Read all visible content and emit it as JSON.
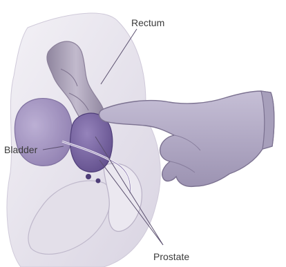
{
  "diagram": {
    "labels": {
      "rectum": "Rectum",
      "bladder": "Bladder",
      "prostate": "Prostate"
    },
    "colors": {
      "background": "#ffffff",
      "tissue": "#e9e6ee",
      "tissue_shadow": "#c9c3d4",
      "rectum": "#a99fb5",
      "bladder": "#8e7db0",
      "prostate": "#6e5a99",
      "glove": "#b3abc6",
      "leader_line": "#5a4f6e",
      "label_text": "#3a3a3a"
    }
  }
}
